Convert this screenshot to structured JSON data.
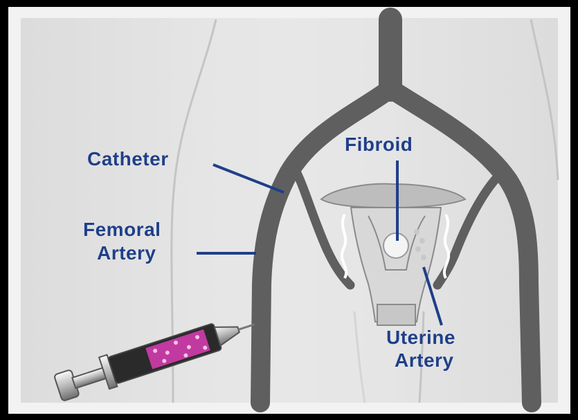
{
  "labels": {
    "catheter": "Catheter",
    "fibroid": "Fibroid",
    "femoral_artery_line1": "Femoral",
    "femoral_artery_line2": "Artery",
    "uterine_artery_line1": "Uterine",
    "uterine_artery_line2": "Artery"
  },
  "colors": {
    "label_text": "#1f3f88",
    "leader_line": "#1f3f88",
    "vessel": "#5f5f5f",
    "background": "#f2f2f2",
    "frame": "#000000",
    "embolic_particles": "#c03aa0"
  }
}
